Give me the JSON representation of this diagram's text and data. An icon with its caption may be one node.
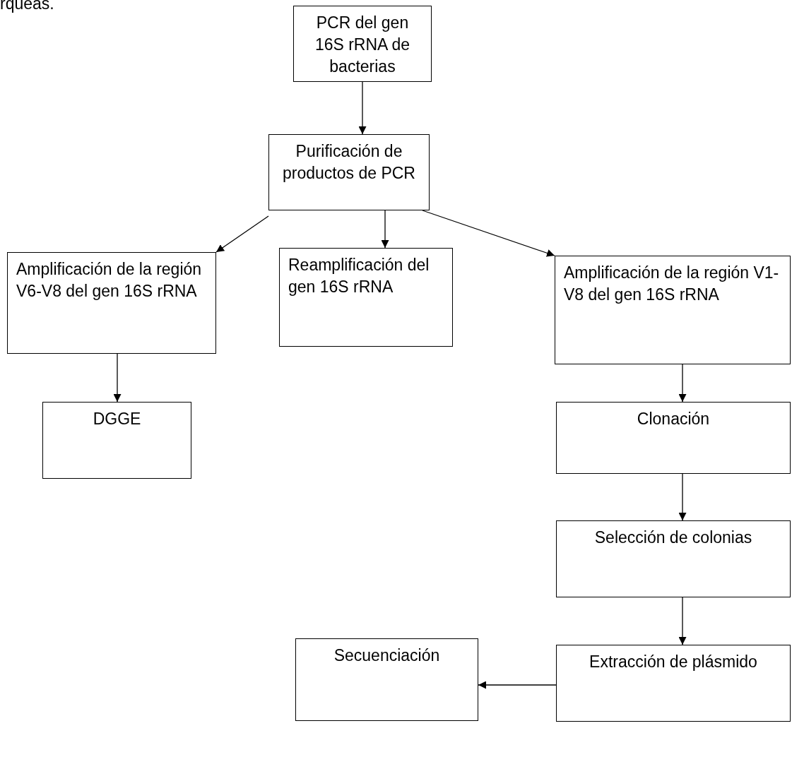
{
  "diagram": {
    "nodes": [
      {
        "text": [
          "PCR del gen 16S rRNA de bacterias"
        ]
      },
      {
        "text": [
          "Purificación de productos de PCR"
        ]
      },
      {
        "text": [
          "Amplificación de la región V6-V8 del gen 16S rRNA"
        ]
      },
      {
        "text": [
          "Reamplificación del gen 16S rRNA"
        ]
      },
      {
        "text": [
          "Amplificación de la región V1-V8 del gen 16S rRNA"
        ]
      },
      {
        "text": [
          "DGGE"
        ]
      },
      {
        "text": [
          "Clonación"
        ]
      },
      {
        "text": [
          "Selección de colonias"
        ]
      },
      {
        "text": [
          "Extracción de plásmido"
        ]
      },
      {
        "text": [
          "Secuenciación"
        ]
      }
    ],
    "edges": [
      {
        "from": 0,
        "to": 1,
        "arrow": "to"
      },
      {
        "from": 1,
        "to": 2,
        "arrow": "to"
      },
      {
        "from": 1,
        "to": 3,
        "arrow": "to"
      },
      {
        "from": 1,
        "to": 4,
        "arrow": "to"
      },
      {
        "from": 2,
        "to": 5,
        "arrow": "to"
      },
      {
        "from": 4,
        "to": 6,
        "arrow": "to"
      },
      {
        "from": 6,
        "to": 7,
        "arrow": "to"
      },
      {
        "from": 7,
        "to": 8,
        "arrow": "to"
      },
      {
        "from": 8,
        "to": 9,
        "arrow": "to"
      }
    ],
    "labels": [
      "rqueas."
    ]
  }
}
